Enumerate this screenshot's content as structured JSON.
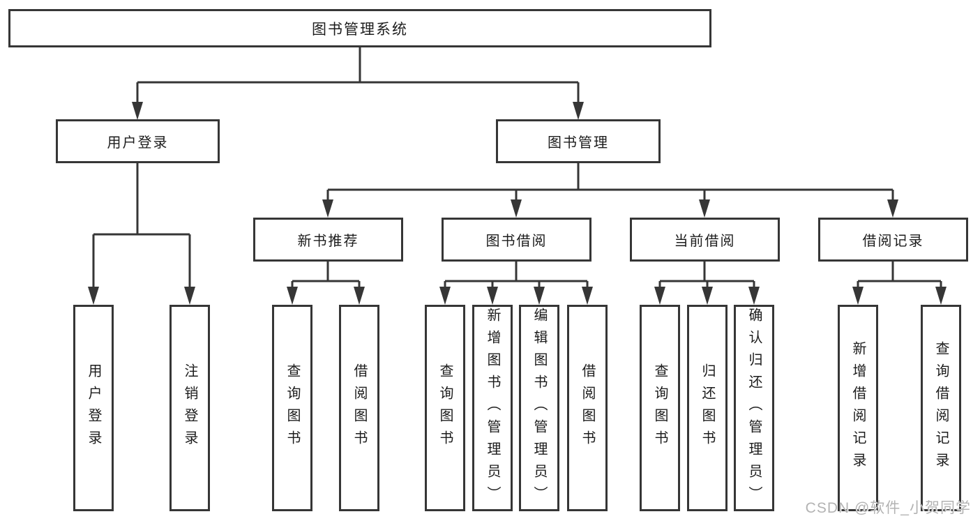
{
  "watermark": "CSDN @软件_小贺同学",
  "tree": {
    "root": "图书管理系统",
    "branches": [
      {
        "label": "用户登录",
        "leaves": [
          "用户登录",
          "注销登录"
        ]
      },
      {
        "label": "图书管理",
        "groups": [
          {
            "label": "新书推荐",
            "leaves": [
              "查询图书",
              "借阅图书"
            ]
          },
          {
            "label": "图书借阅",
            "leaves": [
              "查询图书",
              "新增图书（管理员）",
              "编辑图书（管理员）",
              "借阅图书"
            ]
          },
          {
            "label": "当前借阅",
            "leaves": [
              "查询图书",
              "归还图书",
              "确认归还（管理员）"
            ]
          },
          {
            "label": "借阅记录",
            "leaves": [
              "新增借阅记录",
              "查询借阅记录"
            ]
          }
        ]
      }
    ]
  },
  "colors": {
    "line": "#363636",
    "text": "#1c1c1c",
    "watermark": "#b3b3b3",
    "background": "#ffffff"
  }
}
